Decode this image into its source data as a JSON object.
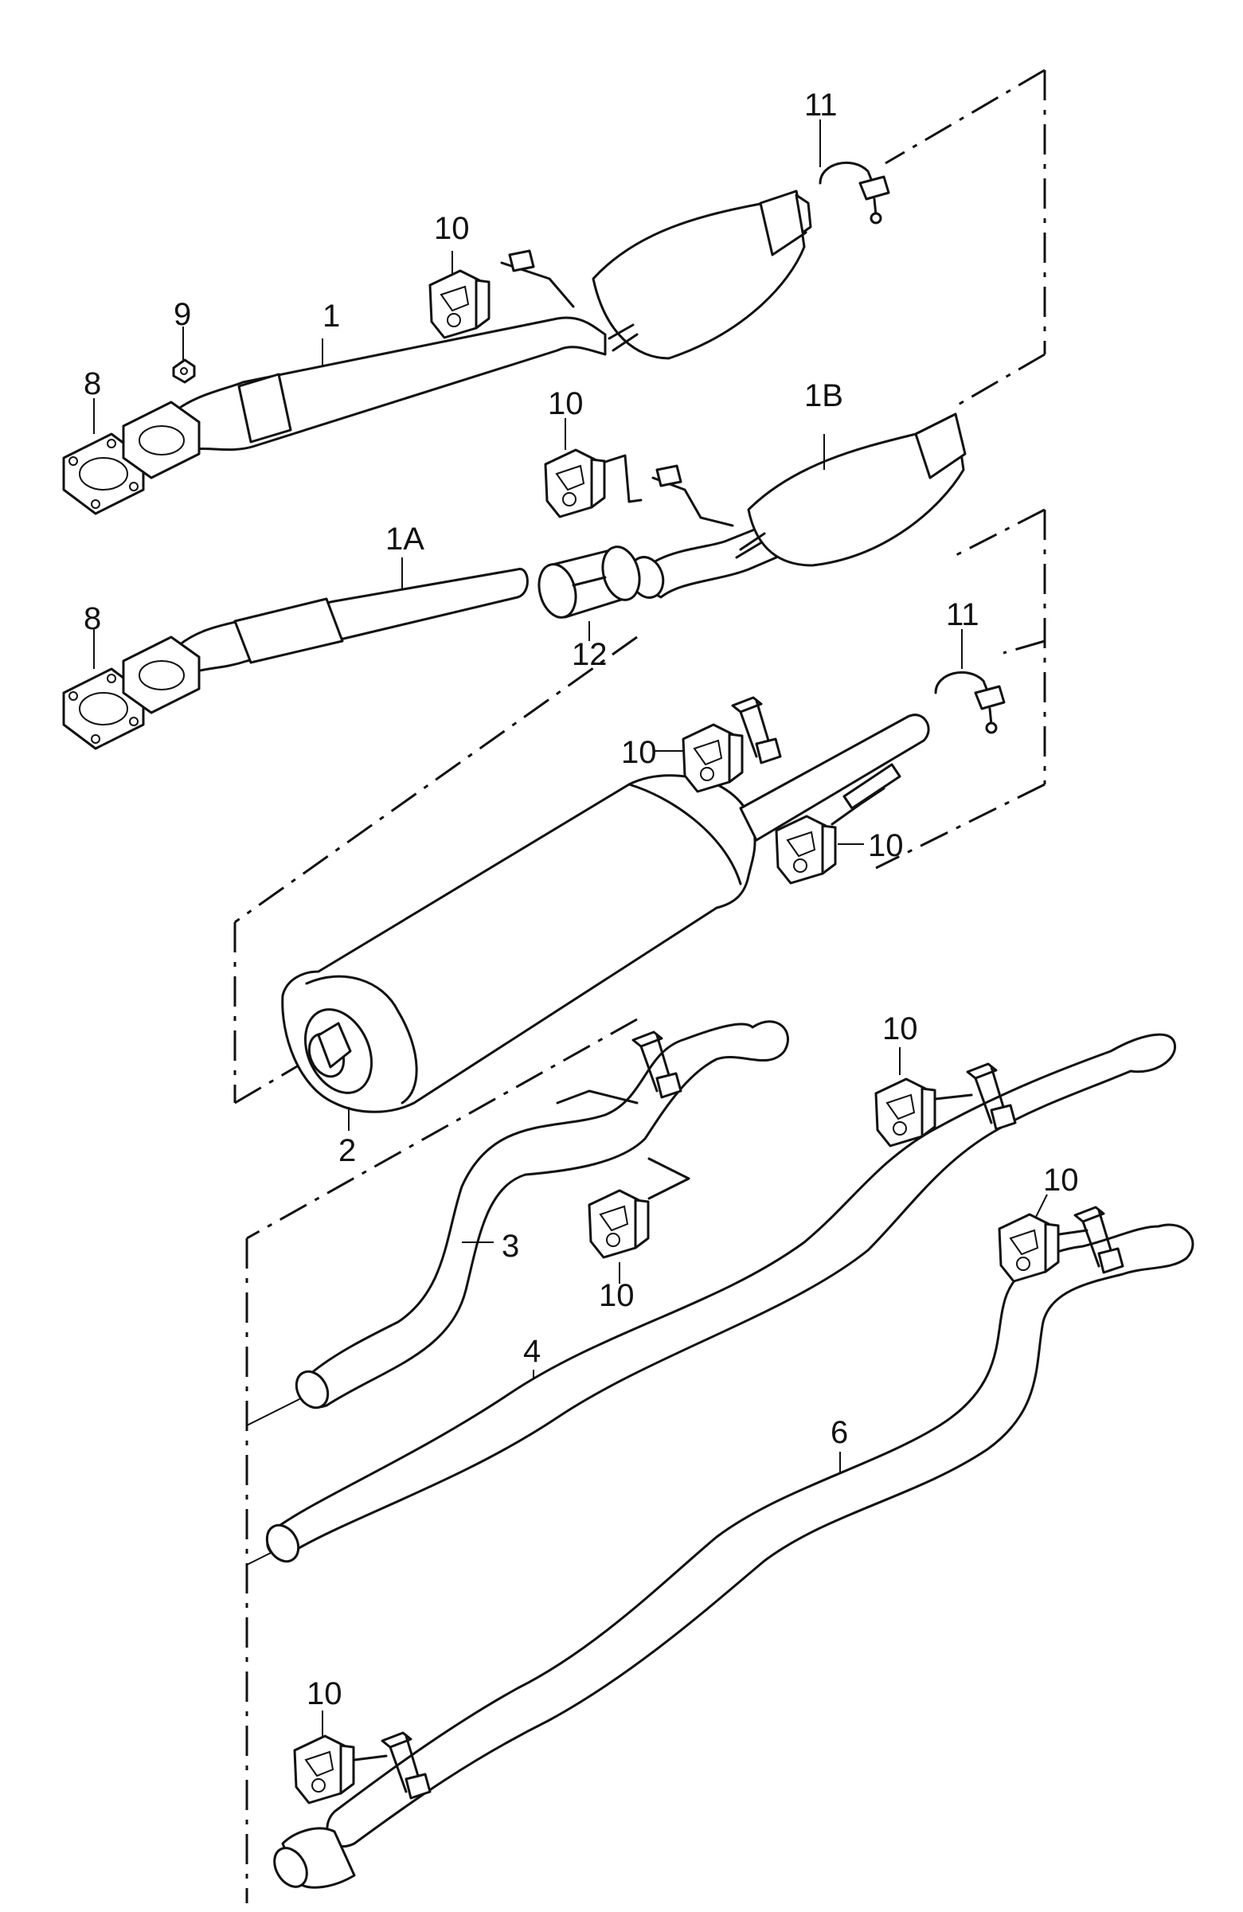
{
  "labels": {
    "p1": "1",
    "p1a": "1A",
    "p1b": "1B",
    "p2": "2",
    "p3": "3",
    "p4": "4",
    "p6": "6",
    "p8": "8",
    "p9": "9",
    "p10": "10",
    "p11": "11",
    "p12": "12"
  }
}
